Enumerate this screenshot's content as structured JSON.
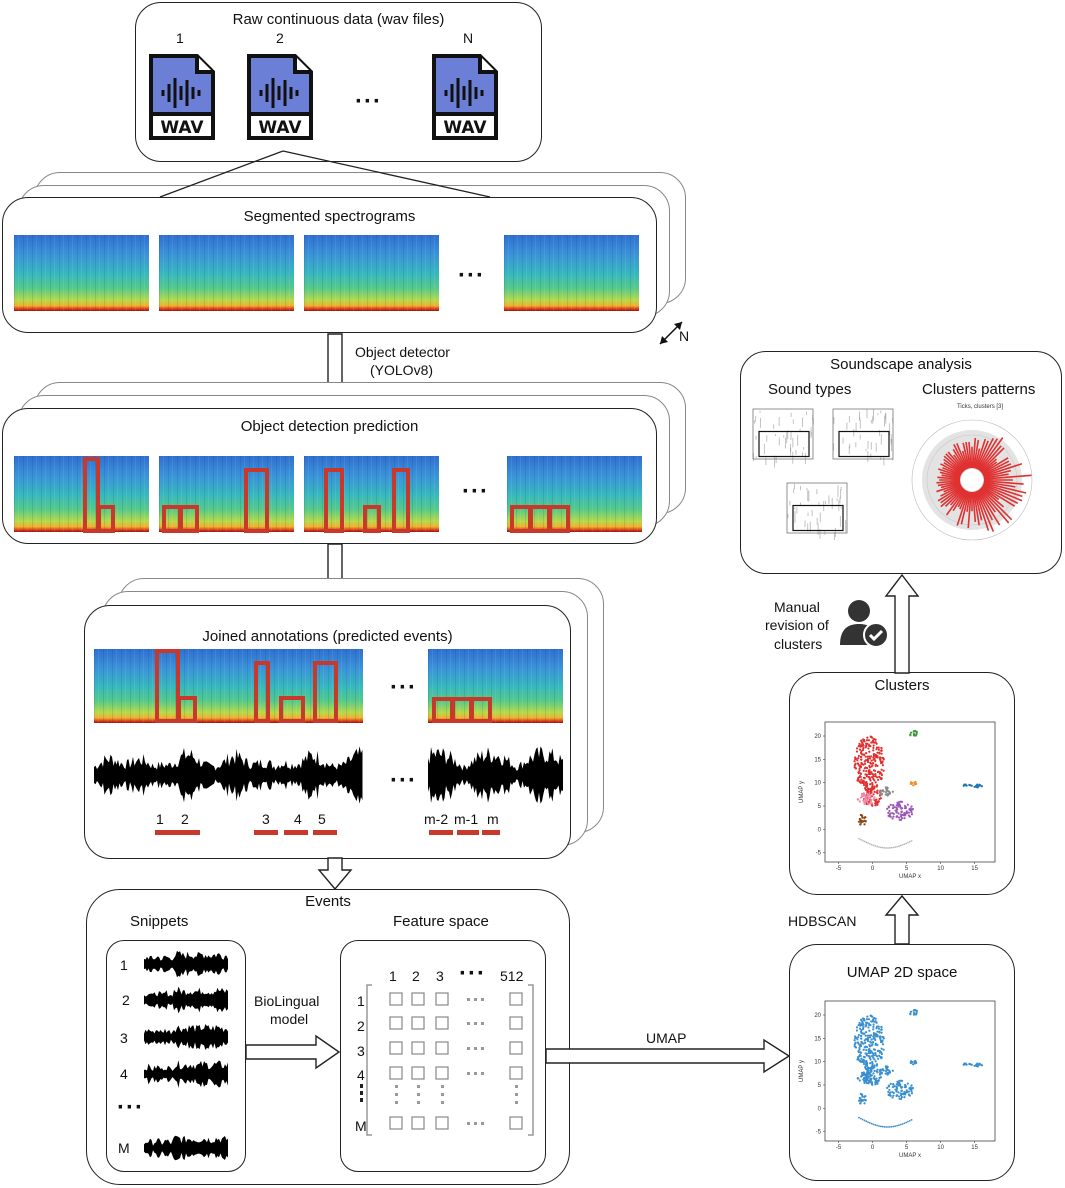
{
  "raw": {
    "title": "Raw continuous data (wav files)",
    "file_labels": [
      "1",
      "2",
      "N"
    ],
    "wav_text": "WAV"
  },
  "segmented": {
    "title": "Segmented spectrograms",
    "n_label": "N"
  },
  "detector": {
    "line1": "Object detector",
    "line2": "(YOLOv8)"
  },
  "prediction": {
    "title": "Object detection prediction"
  },
  "joined": {
    "title": "Joined annotations (predicted events)",
    "event_labels": [
      "1",
      "2",
      "3",
      "4",
      "5",
      "m-2",
      "m-1",
      "m"
    ]
  },
  "events": {
    "title": "Events",
    "snippets_title": "Snippets",
    "snippet_labels": [
      "1",
      "2",
      "3",
      "4",
      "M"
    ],
    "model_line1": "BioLingual",
    "model_line2": "model",
    "feature_title": "Feature space",
    "col_labels": [
      "1",
      "2",
      "3",
      "512"
    ],
    "row_labels": [
      "1",
      "2",
      "3",
      "4",
      "M"
    ]
  },
  "umap_arrow": "UMAP",
  "umap_space": {
    "title": "UMAP 2D space",
    "xlabel": "UMAP x",
    "ylabel": "UMAP y",
    "xticks": [
      "-5",
      "0",
      "5",
      "10",
      "15"
    ],
    "yticks": [
      "20",
      "15",
      "10",
      "5",
      "0",
      "-5"
    ]
  },
  "hdbscan": "HDBSCAN",
  "clusters": {
    "title": "Clusters",
    "xlabel": "UMAP x",
    "ylabel": "UMAP y",
    "xticks": [
      "-5",
      "0",
      "5",
      "10",
      "15"
    ],
    "yticks": [
      "20",
      "15",
      "10",
      "5",
      "0",
      "-5"
    ],
    "colors": [
      "#e03030",
      "#f08aa8",
      "#9b59b6",
      "#8a8a8a",
      "#f0902a",
      "#3a9a3a",
      "#1f77b4",
      "#8b4513"
    ]
  },
  "manual": {
    "line1": "Manual",
    "line2": "revision of",
    "line3": "clusters"
  },
  "soundscape": {
    "title": "Soundscape analysis",
    "sound_types": "Sound types",
    "cluster_patterns": "Clusters patterns",
    "polar_title": "Ticks, clusters [3]"
  },
  "colors": {
    "box_red": "#c8392b",
    "umap_blue": "#3a8fd0",
    "wav_icon": "#6b7fd7"
  }
}
